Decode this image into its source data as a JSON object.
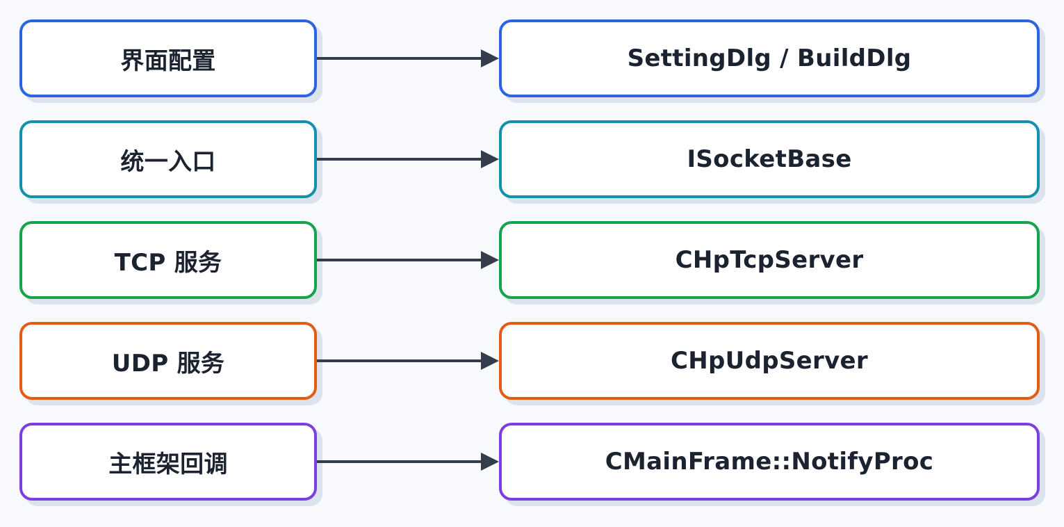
{
  "colors": {
    "arrow": "#343d4b",
    "shadow": "#dde3ec",
    "text": "#1b2230"
  },
  "rows": [
    {
      "left": "界面配置",
      "right": "SettingDlg / BuildDlg",
      "color": "#2d62e3"
    },
    {
      "left": "统一入口",
      "right": "ISocketBase",
      "color": "#1192aa"
    },
    {
      "left": "TCP 服务",
      "right": "CHpTcpServer",
      "color": "#16a34a"
    },
    {
      "left": "UDP 服务",
      "right": "CHpUdpServer",
      "color": "#e45b14"
    },
    {
      "left": "主框架回调",
      "right": "CMainFrame::NotifyProc",
      "color": "#7c3de3"
    }
  ]
}
